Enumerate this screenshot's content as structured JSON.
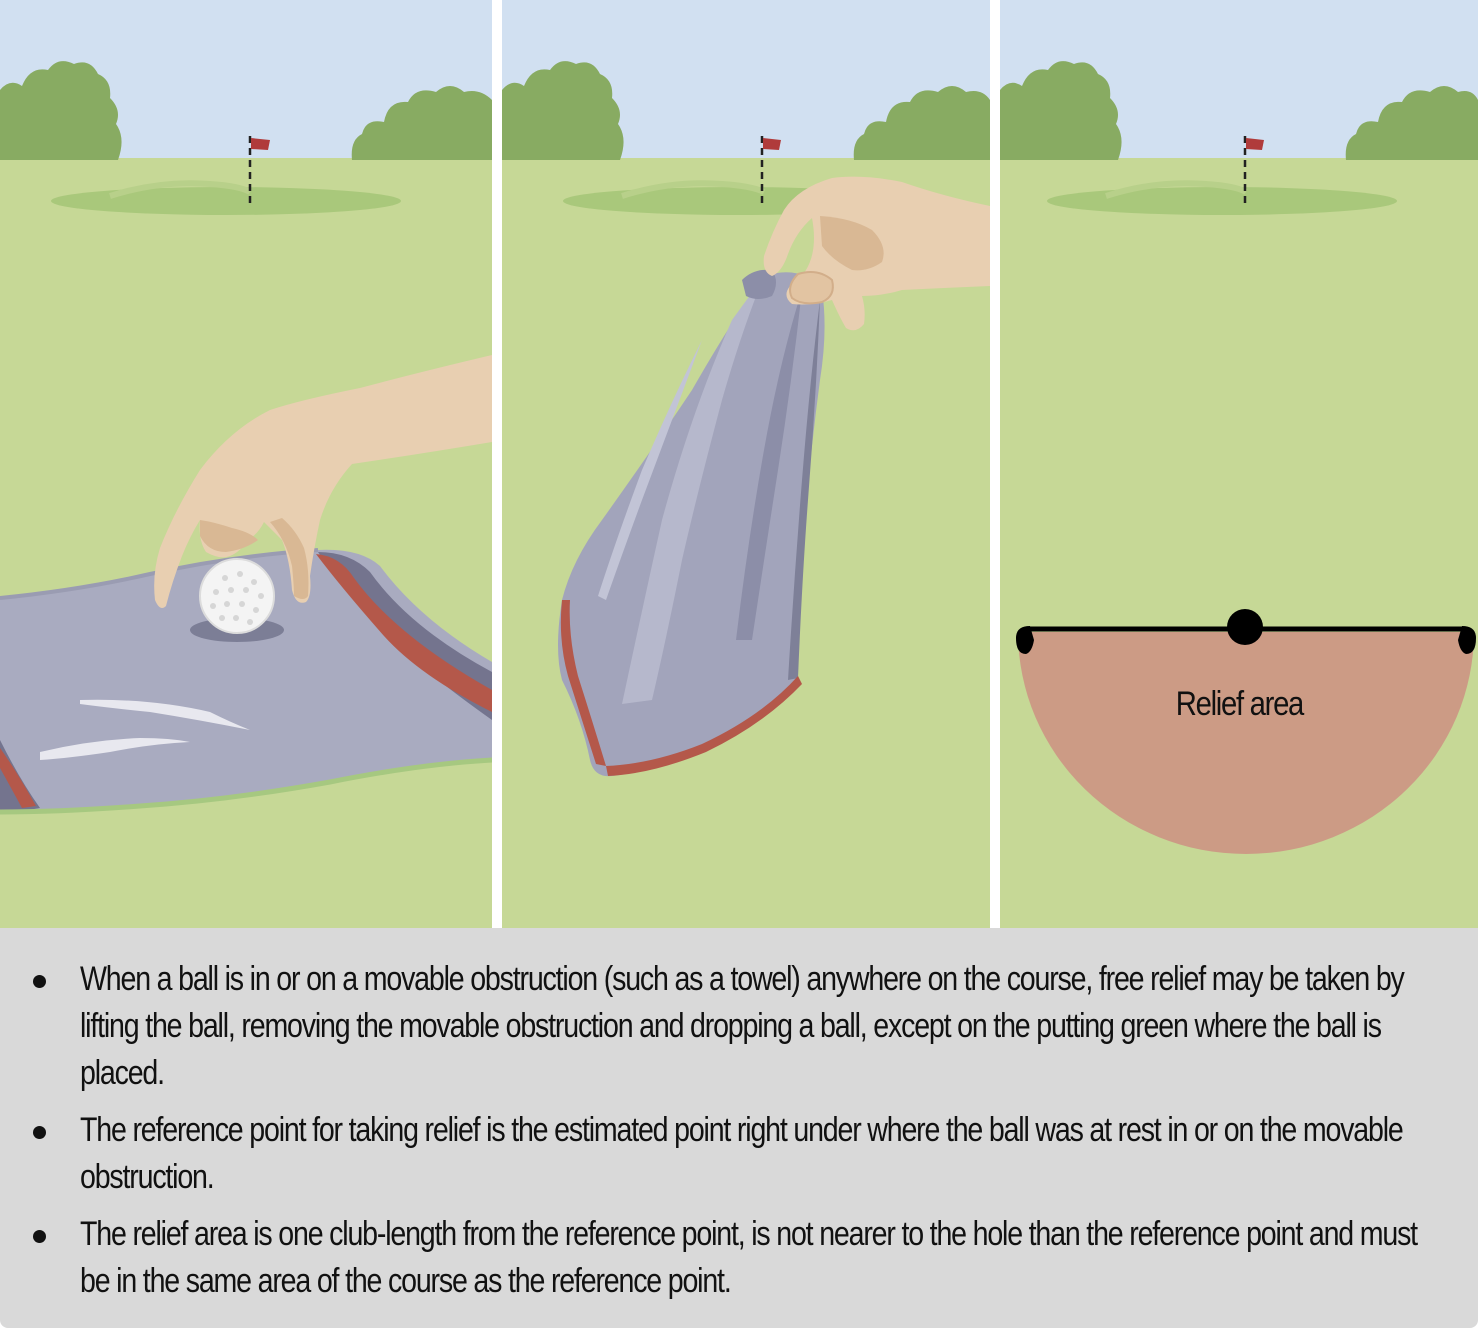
{
  "figure": {
    "panels": [
      {
        "scene": "hand lifting golf ball from towel"
      },
      {
        "scene": "hand removing towel"
      },
      {
        "scene": "relief area half-circle from reference point"
      }
    ],
    "relief_area_label": "Relief area",
    "colors": {
      "sky": "#d1e0f1",
      "fairway": "#c6d896",
      "green": "#a9c87b",
      "trees": "#88ab62",
      "flag": "#b03b3b",
      "towel": "#a9abc0",
      "towel_edge": "#b4584a",
      "skin": "#e8cfb1",
      "relief_area": "#cc9b85",
      "caption_background": "#d9d9d9"
    }
  },
  "caption": {
    "bullets": [
      "When a ball is in or on a movable obstruction (such as a towel) anywhere on the course, free relief may be taken by lifting the ball, removing the movable obstruction and dropping a ball, except on the putting green where the ball is placed.",
      "The reference point for taking relief is the estimated point right under where the ball was at rest in or on the movable obstruction.",
      "The relief area is one club-length from the reference point, is not nearer to the hole than the reference point and must be in the same area of the course as the reference point."
    ]
  }
}
